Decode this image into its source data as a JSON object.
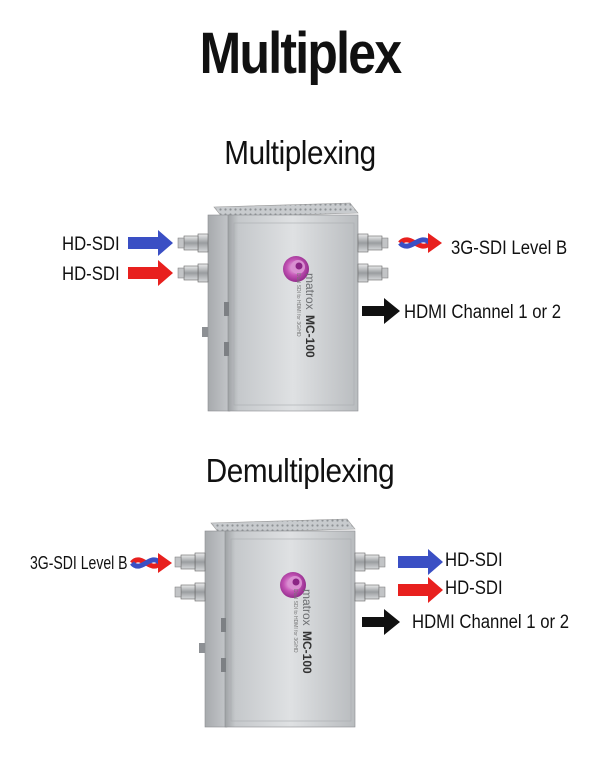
{
  "title": "Multiplex",
  "sections": [
    {
      "heading": "Multiplexing",
      "inputs": [
        "HD-SDI",
        "HD-SDI"
      ],
      "outputs": [
        "3G-SDI Level B",
        "HDMI Channel 1 or 2"
      ]
    },
    {
      "heading": "Demultiplexing",
      "inputs": [
        "3G-SDI Level B"
      ],
      "outputs": [
        "HD-SDI",
        "HD-SDI",
        "HDMI  Channel 1 or 2"
      ]
    }
  ],
  "device": {
    "brand": "matrox",
    "model": "MC-100",
    "tagline": "Dual SDI to HDMI for 3G/HD"
  },
  "colors": {
    "blue_arrow": "#3a4fc4",
    "red_arrow": "#e8201e",
    "black_arrow": "#111111",
    "device_body": "#c9cbcd",
    "logo_purple": "#b0339a"
  }
}
